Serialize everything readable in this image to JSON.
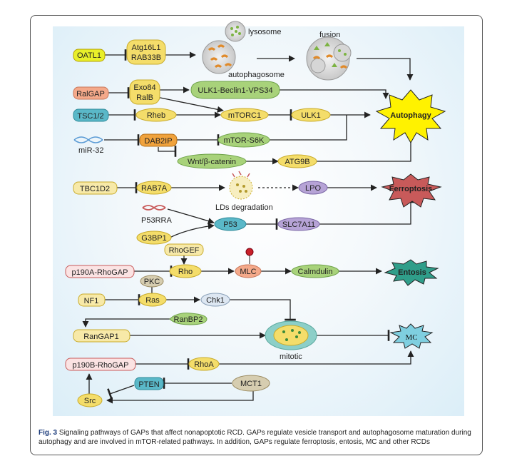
{
  "nodes": {
    "oatl1": "OATL1",
    "atg16l1": "Atg16L1",
    "rab33b": "RAB33B",
    "lysosome": "lysosome",
    "autophagosome": "autophagosome",
    "fusion": "fusion",
    "ralgap": "RalGAP",
    "exo84": "Exo84",
    "ralb": "RalB",
    "ulk1_complex": "ULK1-Beclin1-VPS34",
    "autophagy": "Autophagy",
    "tsc12": "TSC1/2",
    "rheb": "Rheb",
    "mtorc1": "mTORC1",
    "ulk1": "ULK1",
    "mir32": "miR-32",
    "dab2ip": "DAB2IP",
    "mtor_s6k": "mTOR-S6K",
    "wnt": "Wnt/β-catenin",
    "atg9b": "ATG9B",
    "tbc1d2": "TBC1D2",
    "rab7a": "RAB7A",
    "lds": "LDs degradation",
    "lpo": "LPO",
    "ferroptosis": "Ferroptosis",
    "p53rra": "P53RRA",
    "g3bp1": "G3BP1",
    "p53": "P53",
    "slc7a11": "SLC7A11",
    "rhogef": "RhoGEF",
    "p190a": "p190A-RhoGAP",
    "rho": "Rho",
    "mlc": "MLC",
    "calmdulin": "Calmdulin",
    "entosis": "Entosis",
    "pkc": "PKC",
    "nf1": "NF1",
    "ras": "Ras",
    "chk1": "Chk1",
    "ranbp2": "RanBP2",
    "rangap1": "RanGAP1",
    "mitotic": "mitotic",
    "mc": "MC",
    "p190b": "p190B-RhoGAP",
    "rhoa": "RhoA",
    "pten": "PTEN",
    "mct1": "MCT1",
    "src": "Src"
  },
  "caption": {
    "label": "Fig. 3",
    "text": "Signaling pathways of GAPs that affect nonapoptotic RCD. GAPs regulate vesicle transport and autophagosome maturation during autophagy and are involved in mTOR-related pathways. In addition, GAPs regulate ferroptosis, entosis, MC and other RCDs"
  },
  "colors": {
    "yellow": "#f4dd6a",
    "lime": "#e8ef2a",
    "salmon": "#f4a98a",
    "teal": "#5ab8c8",
    "green": "#a8d27a",
    "purple": "#b6a3d6",
    "orange": "#f0a23c",
    "burst_yellow": "#fff200",
    "burst_red": "#c85a5a",
    "burst_green": "#2f9e8a",
    "burst_blue": "#7fcfe0"
  }
}
